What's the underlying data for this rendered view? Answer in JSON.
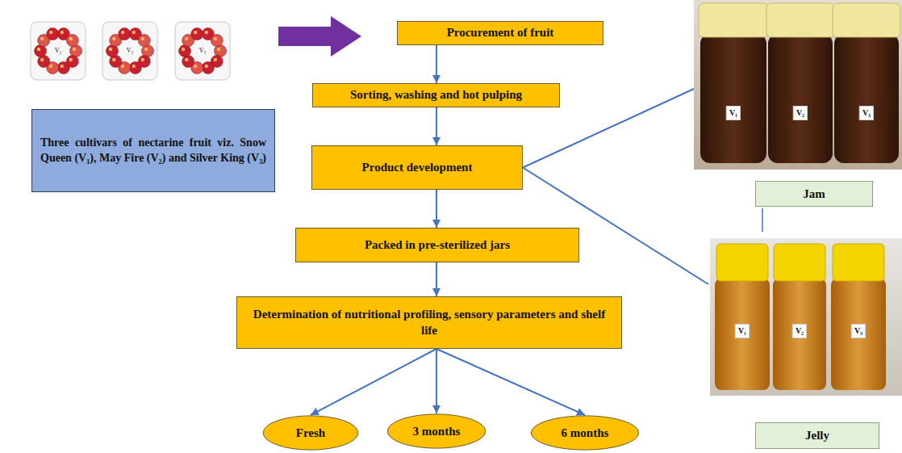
{
  "diagram": {
    "nodes": [
      {
        "text": [
          "Three cultivars of nectarine fruit viz. Snow Queen (V₁), May Fire (V₂) and Silver King (V₃)"
        ]
      },
      {
        "text": [
          "Procurement of fruit"
        ]
      },
      {
        "text": [
          "Sorting, washing and hot pulping"
        ]
      },
      {
        "text": [
          "Product development"
        ]
      },
      {
        "text": [
          "Packed in pre-sterilized jars"
        ]
      },
      {
        "text": [
          "Determination of nutritional profiling, sensory parameters and shelf life"
        ]
      },
      {
        "text": [
          "Fresh"
        ]
      },
      {
        "text": [
          "3 months"
        ]
      },
      {
        "text": [
          "6 months"
        ]
      },
      {
        "text": [
          "Jam"
        ]
      },
      {
        "text": [
          "Jelly"
        ]
      }
    ],
    "edges": [
      {
        "from": 1,
        "to": 2,
        "arrow": "to"
      },
      {
        "from": 2,
        "to": 3,
        "arrow": "to"
      },
      {
        "from": 3,
        "to": 4,
        "arrow": "to"
      },
      {
        "from": 4,
        "to": 5,
        "arrow": "to"
      },
      {
        "from": 5,
        "to": 6,
        "arrow": "to"
      },
      {
        "from": 5,
        "to": 7,
        "arrow": "to"
      },
      {
        "from": 5,
        "to": 8,
        "arrow": "to"
      }
    ],
    "labels": [
      "V₁",
      "V₂",
      "V₃",
      "V₁",
      "V₂",
      "V₃",
      "V₁",
      "V₂",
      "V₃"
    ]
  }
}
